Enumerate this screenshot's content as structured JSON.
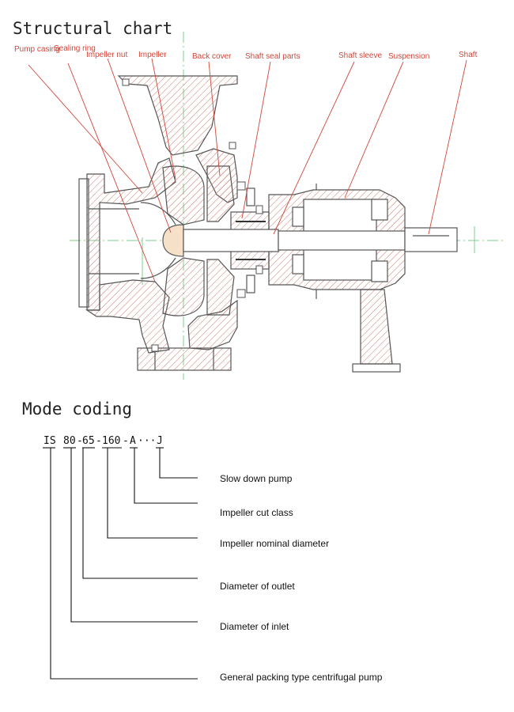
{
  "titles": {
    "structural_chart": "Structural chart",
    "mode_coding": "Mode coding"
  },
  "colors": {
    "callout": "#d0463a",
    "outline": "#555555",
    "hatch": "#c97a6a",
    "centerline": "#7fcf8f",
    "ink": "#111111"
  },
  "parts": [
    {
      "label": "Pump casing"
    },
    {
      "label": "Sealing ring"
    },
    {
      "label": "Impeller nut"
    },
    {
      "label": "Impeller"
    },
    {
      "label": "Back cover"
    },
    {
      "label": "Shaft seal parts"
    },
    {
      "label": "Shaft sleeve"
    },
    {
      "label": "Suspension"
    },
    {
      "label": "Shaft"
    }
  ],
  "code": {
    "segments": [
      "IS",
      "80",
      "65",
      "160",
      "A",
      "J"
    ],
    "separator": "-",
    "ellipsis": "···",
    "meanings": [
      "Slow down pump",
      "Impeller cut class",
      "Impeller nominal diameter",
      "Diameter of outlet",
      "Diameter of inlet",
      "General packing type centrifugal pump"
    ]
  }
}
